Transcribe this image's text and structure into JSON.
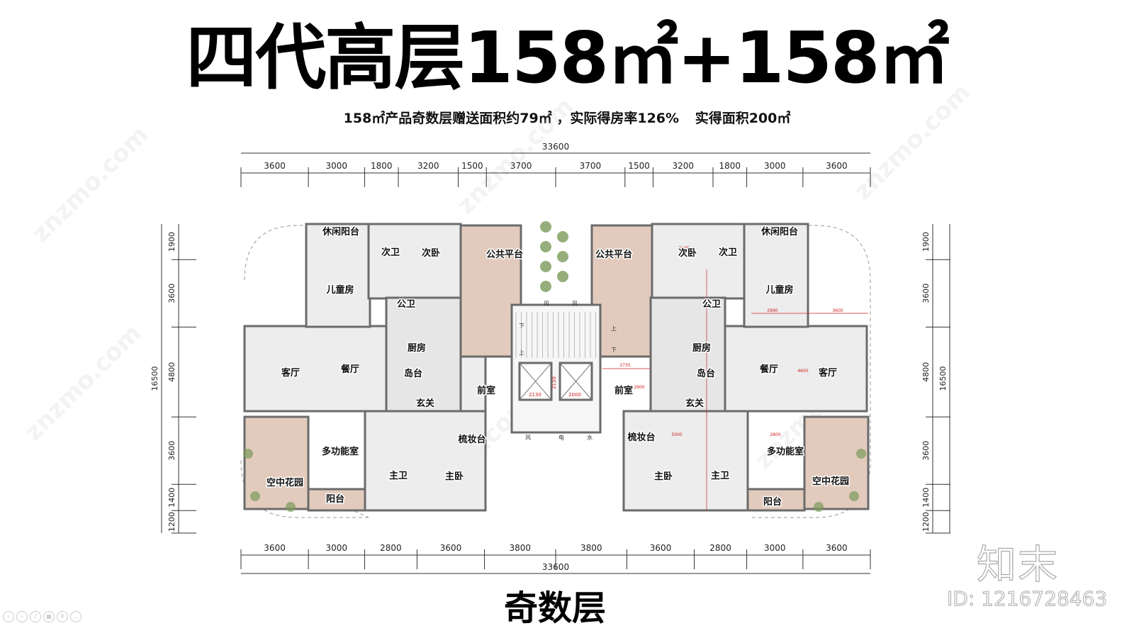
{
  "header": {
    "title": "四代高层158㎡+158㎡",
    "subtitle_parts": [
      "158㎡产品奇数层赠送面积约79㎡ ，实际得房率126%",
      "实得面积200㎡"
    ]
  },
  "floor_label": "奇数层",
  "dimensions": {
    "total_width": "33600",
    "total_depth": "16500",
    "top": [
      "3600",
      "3000",
      "1800",
      "3200",
      "1500",
      "3700",
      "3700",
      "1500",
      "3200",
      "1800",
      "3000",
      "3600"
    ],
    "bottom": [
      "3600",
      "3000",
      "2800",
      "3600",
      "3800",
      "3800",
      "3600",
      "2800",
      "3000",
      "3600"
    ],
    "side": [
      "1900",
      "3600",
      "4800",
      "3600",
      "1400",
      "1200"
    ]
  },
  "left_unit_rooms": [
    "休闲阳台",
    "次卫",
    "次卧",
    "公共平台",
    "儿童房",
    "公卫",
    "厨房",
    "客厅",
    "餐厅",
    "岛台",
    "玄关",
    "前室",
    "多功能室",
    "梳妆台",
    "主卫",
    "主卧",
    "空中花园",
    "阳台"
  ],
  "right_unit_rooms": [
    "休闲阳台",
    "次卫",
    "次卧",
    "公共平台",
    "儿童房",
    "公卫",
    "厨房",
    "客厅",
    "餐厅",
    "岛台",
    "玄关",
    "前室",
    "多功能室",
    "梳妆台",
    "主卫",
    "主卧",
    "空中花园",
    "阳台"
  ],
  "core": {
    "labels": [
      "风",
      "风",
      "下",
      "上",
      "上",
      "下",
      "风",
      "电",
      "水"
    ],
    "elevator_dims": [
      "2130",
      "2000",
      "2150"
    ],
    "annotations": [
      "2735",
      "2900",
      "5000",
      "2800",
      "3100",
      "2990",
      "3600",
      "4600"
    ]
  },
  "colors": {
    "wall": "#6b6b6b",
    "floor": "#ededed",
    "deck": "#e2cbbd",
    "dimension": "#333333",
    "annotation": "#cc2222",
    "green": "#7a9a5a"
  },
  "watermark": {
    "site": "znzmo.com",
    "logo": "知末",
    "id": "ID: 1216728463"
  }
}
